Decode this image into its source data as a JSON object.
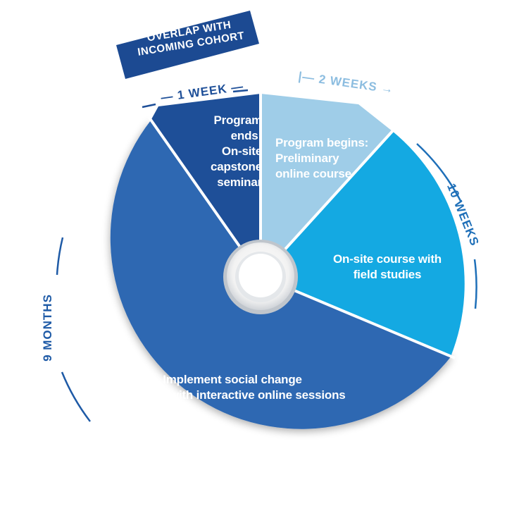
{
  "overlap": {
    "line1": "OVERLAP WITH",
    "line2": "INCOMING COHORT"
  },
  "durations": {
    "one_week": "— 1 WEEK —",
    "two_weeks": "|— 2 WEEKS →",
    "ten_weeks": "10 WEEKS",
    "nine_months": "9 MONTHS"
  },
  "segments": {
    "program_ends": {
      "lines": [
        "Program",
        "ends:",
        "On-site",
        "capstone",
        "seminar"
      ]
    },
    "program_begins": {
      "lines": [
        "Program begins:",
        "Preliminary",
        "online course"
      ]
    },
    "onsite_course": {
      "lines": [
        "On-site course with",
        "field studies"
      ]
    },
    "implement": {
      "lines": [
        "Implement social change",
        "initiative with interactive online sessions"
      ]
    }
  },
  "colors": {
    "program_ends": "#1e4f98",
    "program_begins": "#9fcde8",
    "onsite_course": "#14a9e2",
    "implement": "#2f68b2",
    "banner": "#1c4a92"
  }
}
